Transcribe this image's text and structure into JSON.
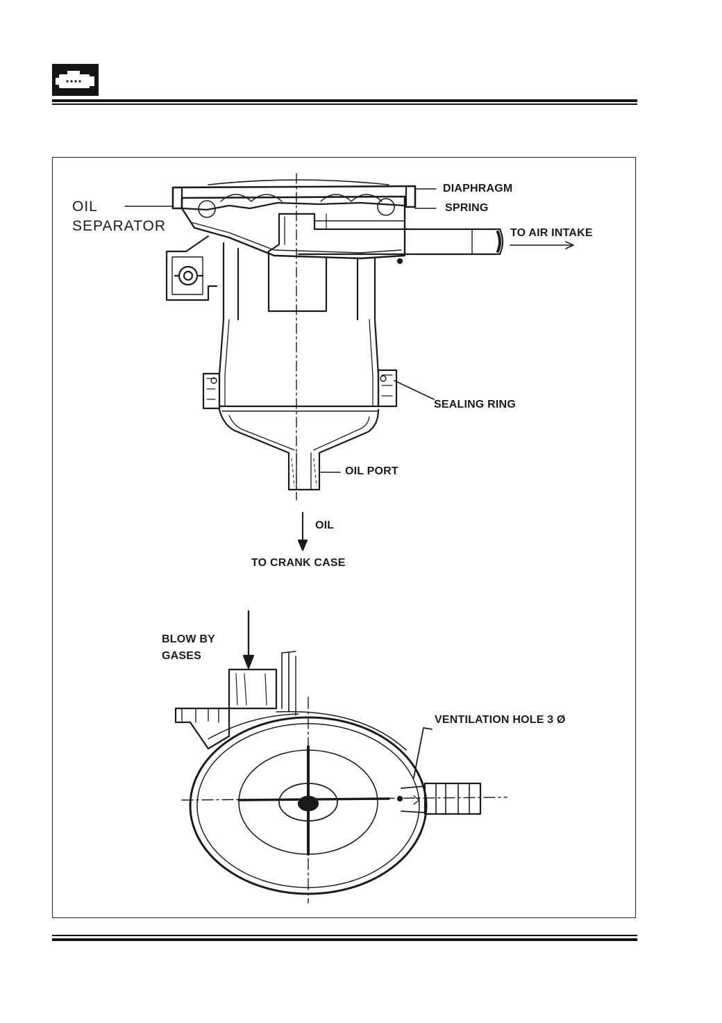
{
  "header": {
    "icon": "engine-icon"
  },
  "top_figure": {
    "labels": {
      "oil_separator_line1": "OIL",
      "oil_separator_line2": "SEPARATOR",
      "diaphragm": "DIAPHRAGM",
      "spring": "SPRING",
      "to_air_intake": "TO AIR INTAKE",
      "sealing_ring": "SEALING RING",
      "oil_port": "OIL PORT",
      "oil": "OIL",
      "to_crank_case": "TO CRANK CASE"
    }
  },
  "bottom_figure": {
    "labels": {
      "blow_by_line1": "BLOW BY",
      "blow_by_line2": "GASES",
      "ventilation_hole": "VENTILATION HOLE 3 Ø"
    }
  }
}
